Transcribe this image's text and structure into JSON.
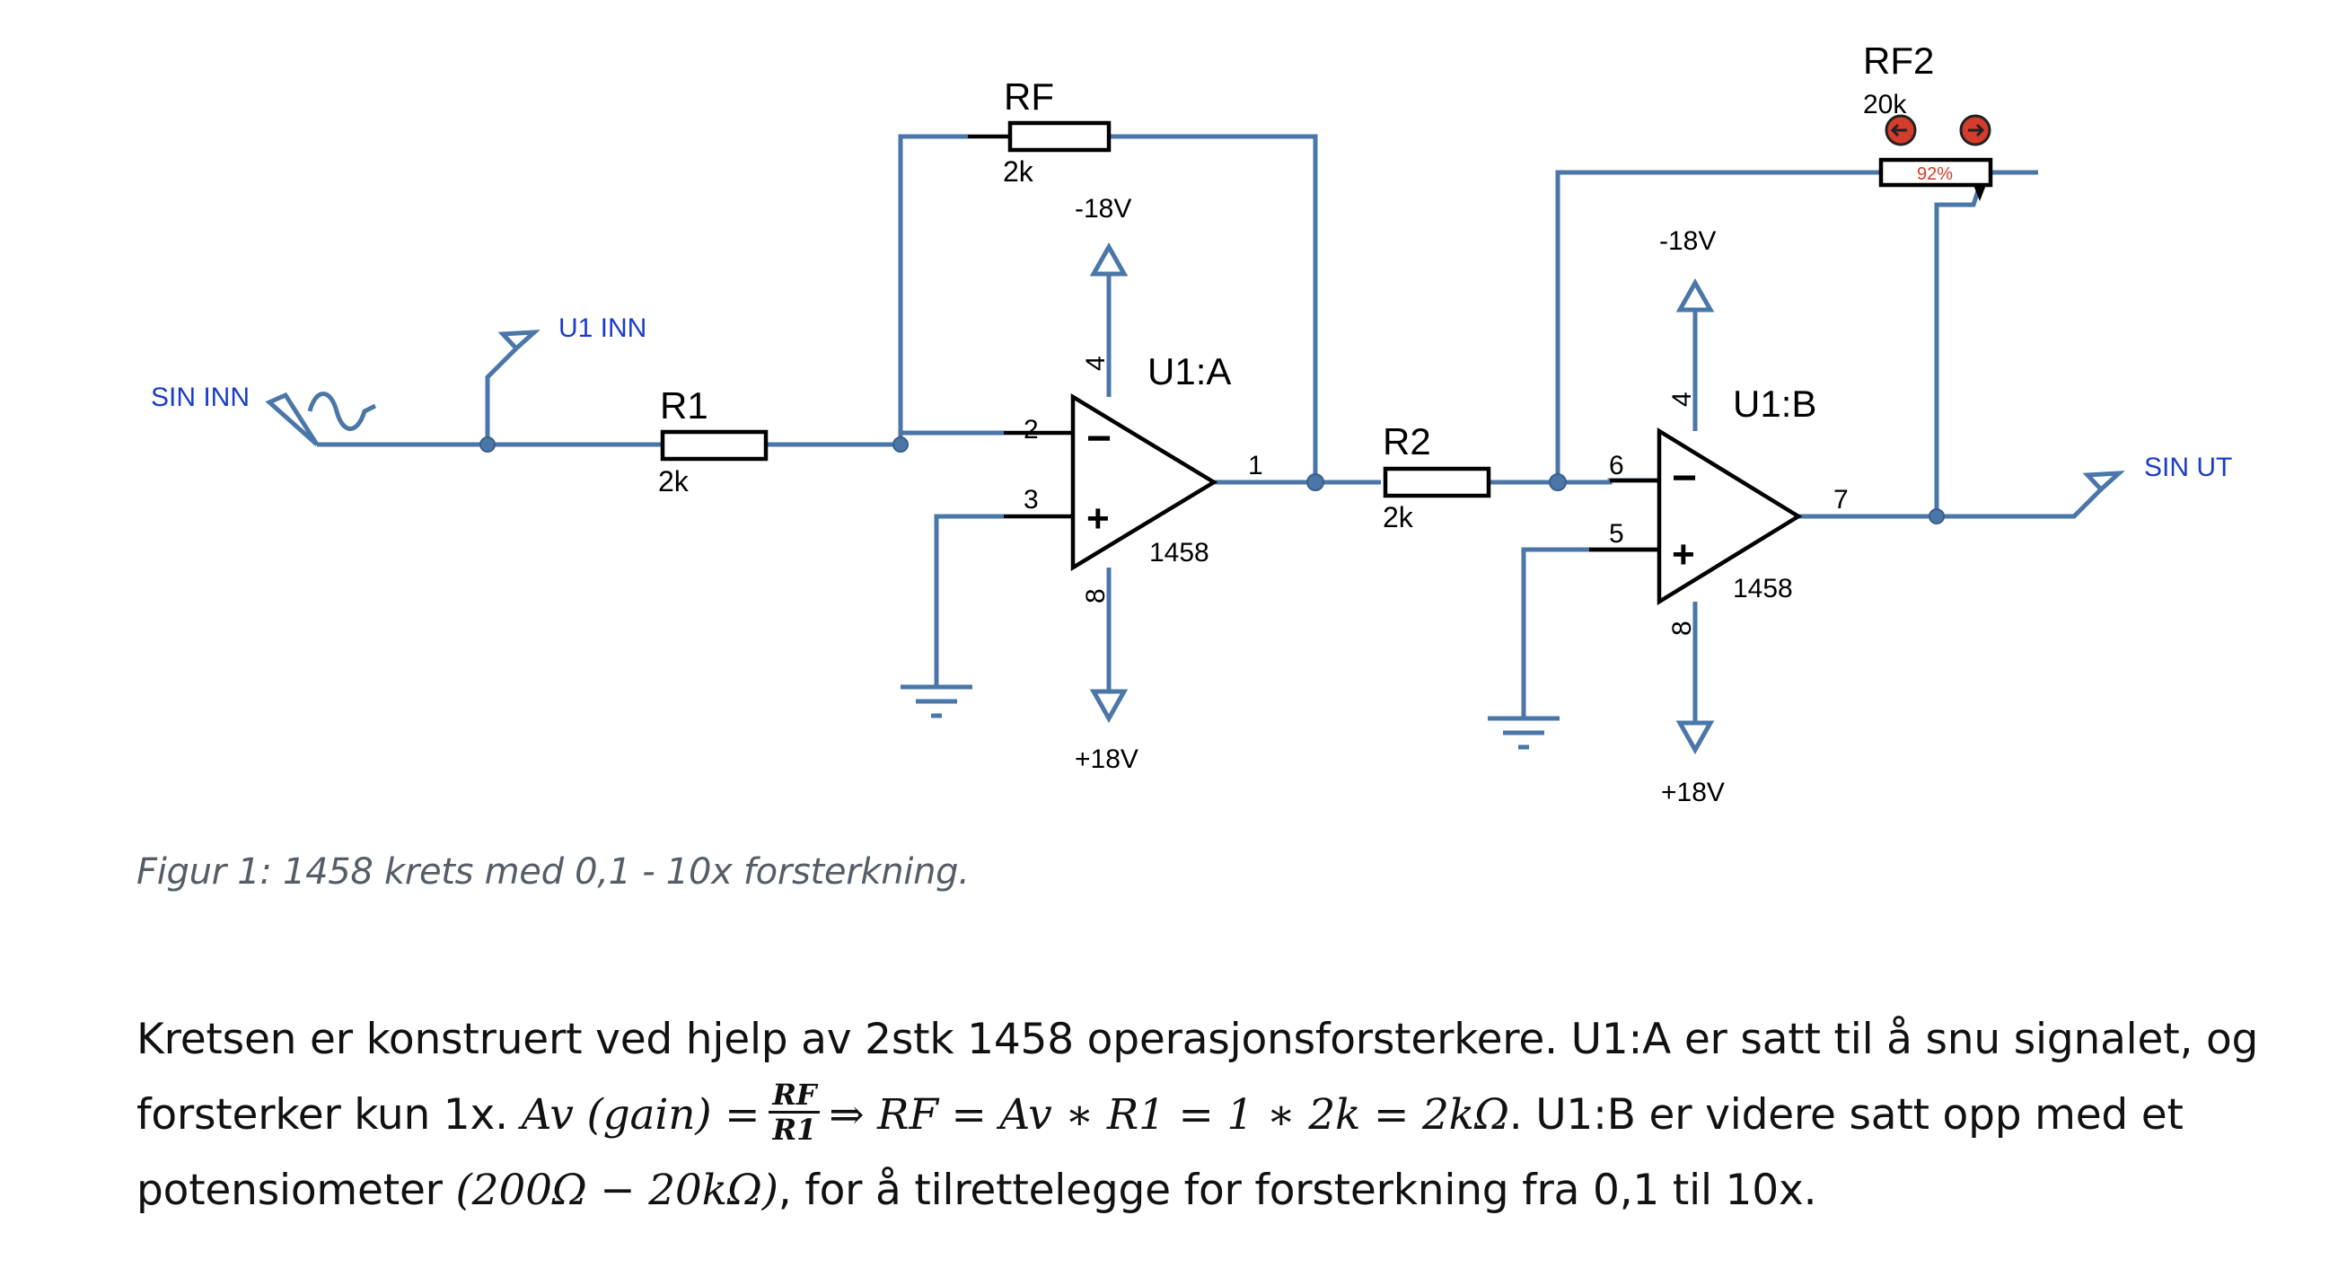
{
  "schematic": {
    "input_label": "SIN INN",
    "probe_label": "U1 INN",
    "output_label": "SIN UT",
    "r1": {
      "name": "R1",
      "value": "2k"
    },
    "rf": {
      "name": "RF",
      "value": "2k"
    },
    "r2": {
      "name": "R2",
      "value": "2k"
    },
    "rf2": {
      "name": "RF2",
      "value": "20k",
      "wiper_percent": "92%"
    },
    "opamp_a": {
      "name": "U1:A",
      "part": "1458",
      "pin_inv": "2",
      "pin_noninv": "3",
      "pin_out": "1",
      "pin_vneg": "4",
      "pin_vpos": "8",
      "supply_top": "-18V",
      "supply_bottom": "+18V"
    },
    "opamp_b": {
      "name": "U1:B",
      "part": "1458",
      "pin_inv": "6",
      "pin_noninv": "5",
      "pin_out": "7",
      "pin_vneg": "4",
      "pin_vpos": "8",
      "supply_top": "-18V",
      "supply_bottom": "+18V"
    },
    "minus_sign": "−",
    "plus_sign": "+"
  },
  "caption": "Figur 1: 1458 krets med 0,1 - 10x forsterkning.",
  "paragraph": {
    "s1": "Kretsen er konstruert ved hjelp av 2stk 1458 operasjonsforsterkere. U1:A er satt til å snu signalet, og forsterker kun 1x. ",
    "eq_lhs": "Av (gain) =",
    "frac_num": "RF",
    "frac_den": "R1",
    "eq_rhs": "⇒ RF = Av ∗ R1 = 1 ∗ 2k = 2kΩ",
    "s2": ". U1:B er videre satt opp med et potensiometer ",
    "pot_range": "(200Ω − 20kΩ)",
    "s3": ", for å tilrettelegge for forsterkning fra 0,1 til 10x."
  },
  "colors": {
    "wire": "#4a76a8",
    "net_label": "#1a3cc8",
    "caption": "#555d66",
    "pot_handle": "#d43c2c"
  }
}
